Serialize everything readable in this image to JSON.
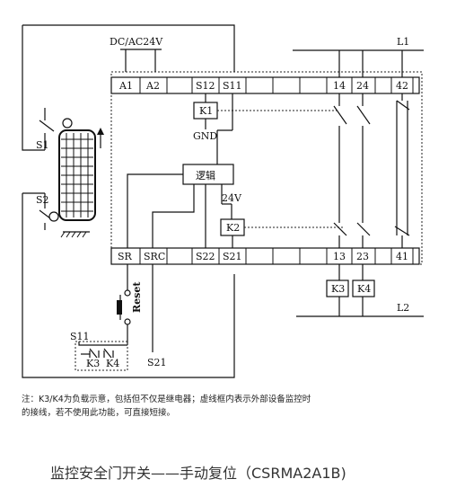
{
  "supply_label": "DC/AC24V",
  "line_labels": {
    "l1": "L1",
    "l2": "L2"
  },
  "top_terminals": [
    "A1",
    "A2",
    "S12",
    "S11",
    "14",
    "24",
    "42"
  ],
  "bottom_terminals": [
    "SR",
    "SRC",
    "S22",
    "S21",
    "13",
    "23",
    "41"
  ],
  "relay_k1": "K1",
  "relay_k2": "K2",
  "gnd_label": "GND",
  "v24_label": "24V",
  "logic_label": "逻辑",
  "switch_labels": {
    "s1": "S1",
    "s2": "S2"
  },
  "reset_label": "Reset",
  "s11_label": "S11",
  "s21_label": "S21",
  "k3_label": "K3",
  "k4_label": "K4",
  "note_line1": "注：K3/K4为负载示意，包括但不仅是继电器；虚线框内表示外部设备监控时",
  "note_line2": "的接线，若不使用此功能，可直接短接。",
  "caption": "监控安全门开关——手动复位（CSRMA2A1B)"
}
